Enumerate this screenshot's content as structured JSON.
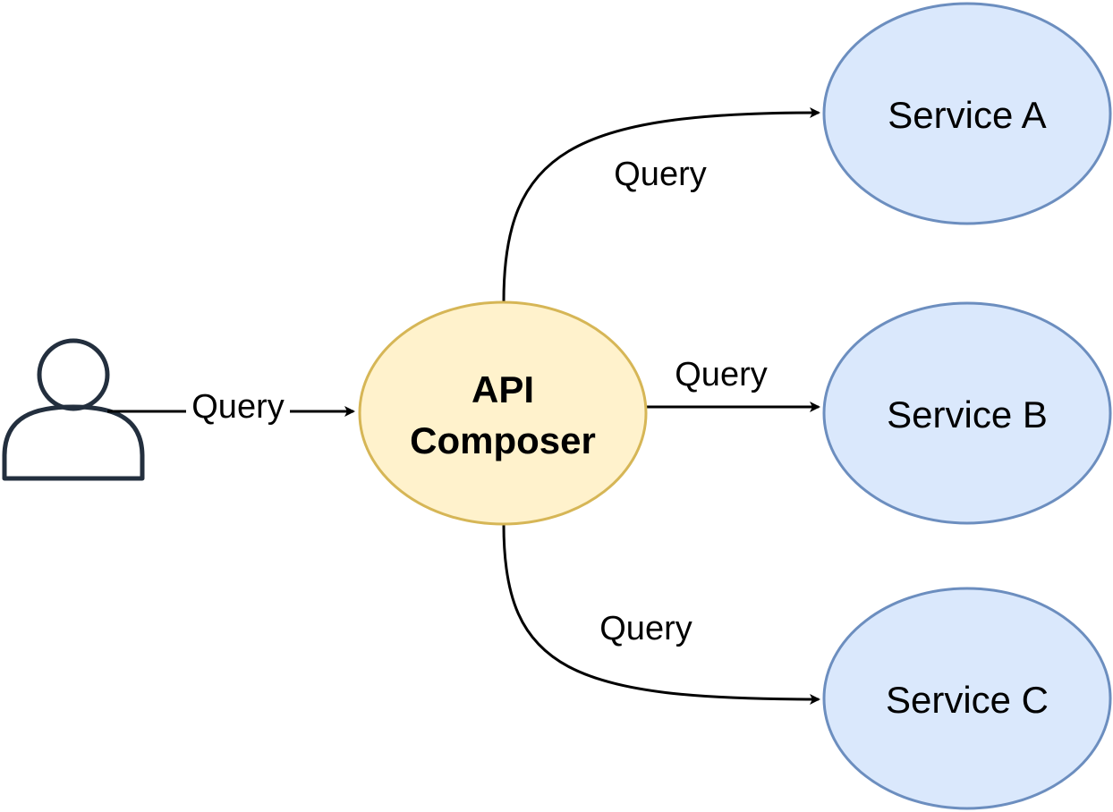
{
  "diagram": {
    "user": {
      "icon": "user-icon"
    },
    "composer": {
      "line1": "API",
      "line2": "Composer",
      "fill": "#fff2cc",
      "stroke": "#d6b656"
    },
    "services": [
      {
        "label": "Service A"
      },
      {
        "label": "Service B"
      },
      {
        "label": "Service C"
      }
    ],
    "service_style": {
      "fill": "#dae8fc",
      "stroke": "#6c8ebf"
    },
    "edges": [
      {
        "label": "Query"
      },
      {
        "label": "Query"
      },
      {
        "label": "Query"
      },
      {
        "label": "Query"
      }
    ],
    "user_icon_color": "#232f3e"
  }
}
